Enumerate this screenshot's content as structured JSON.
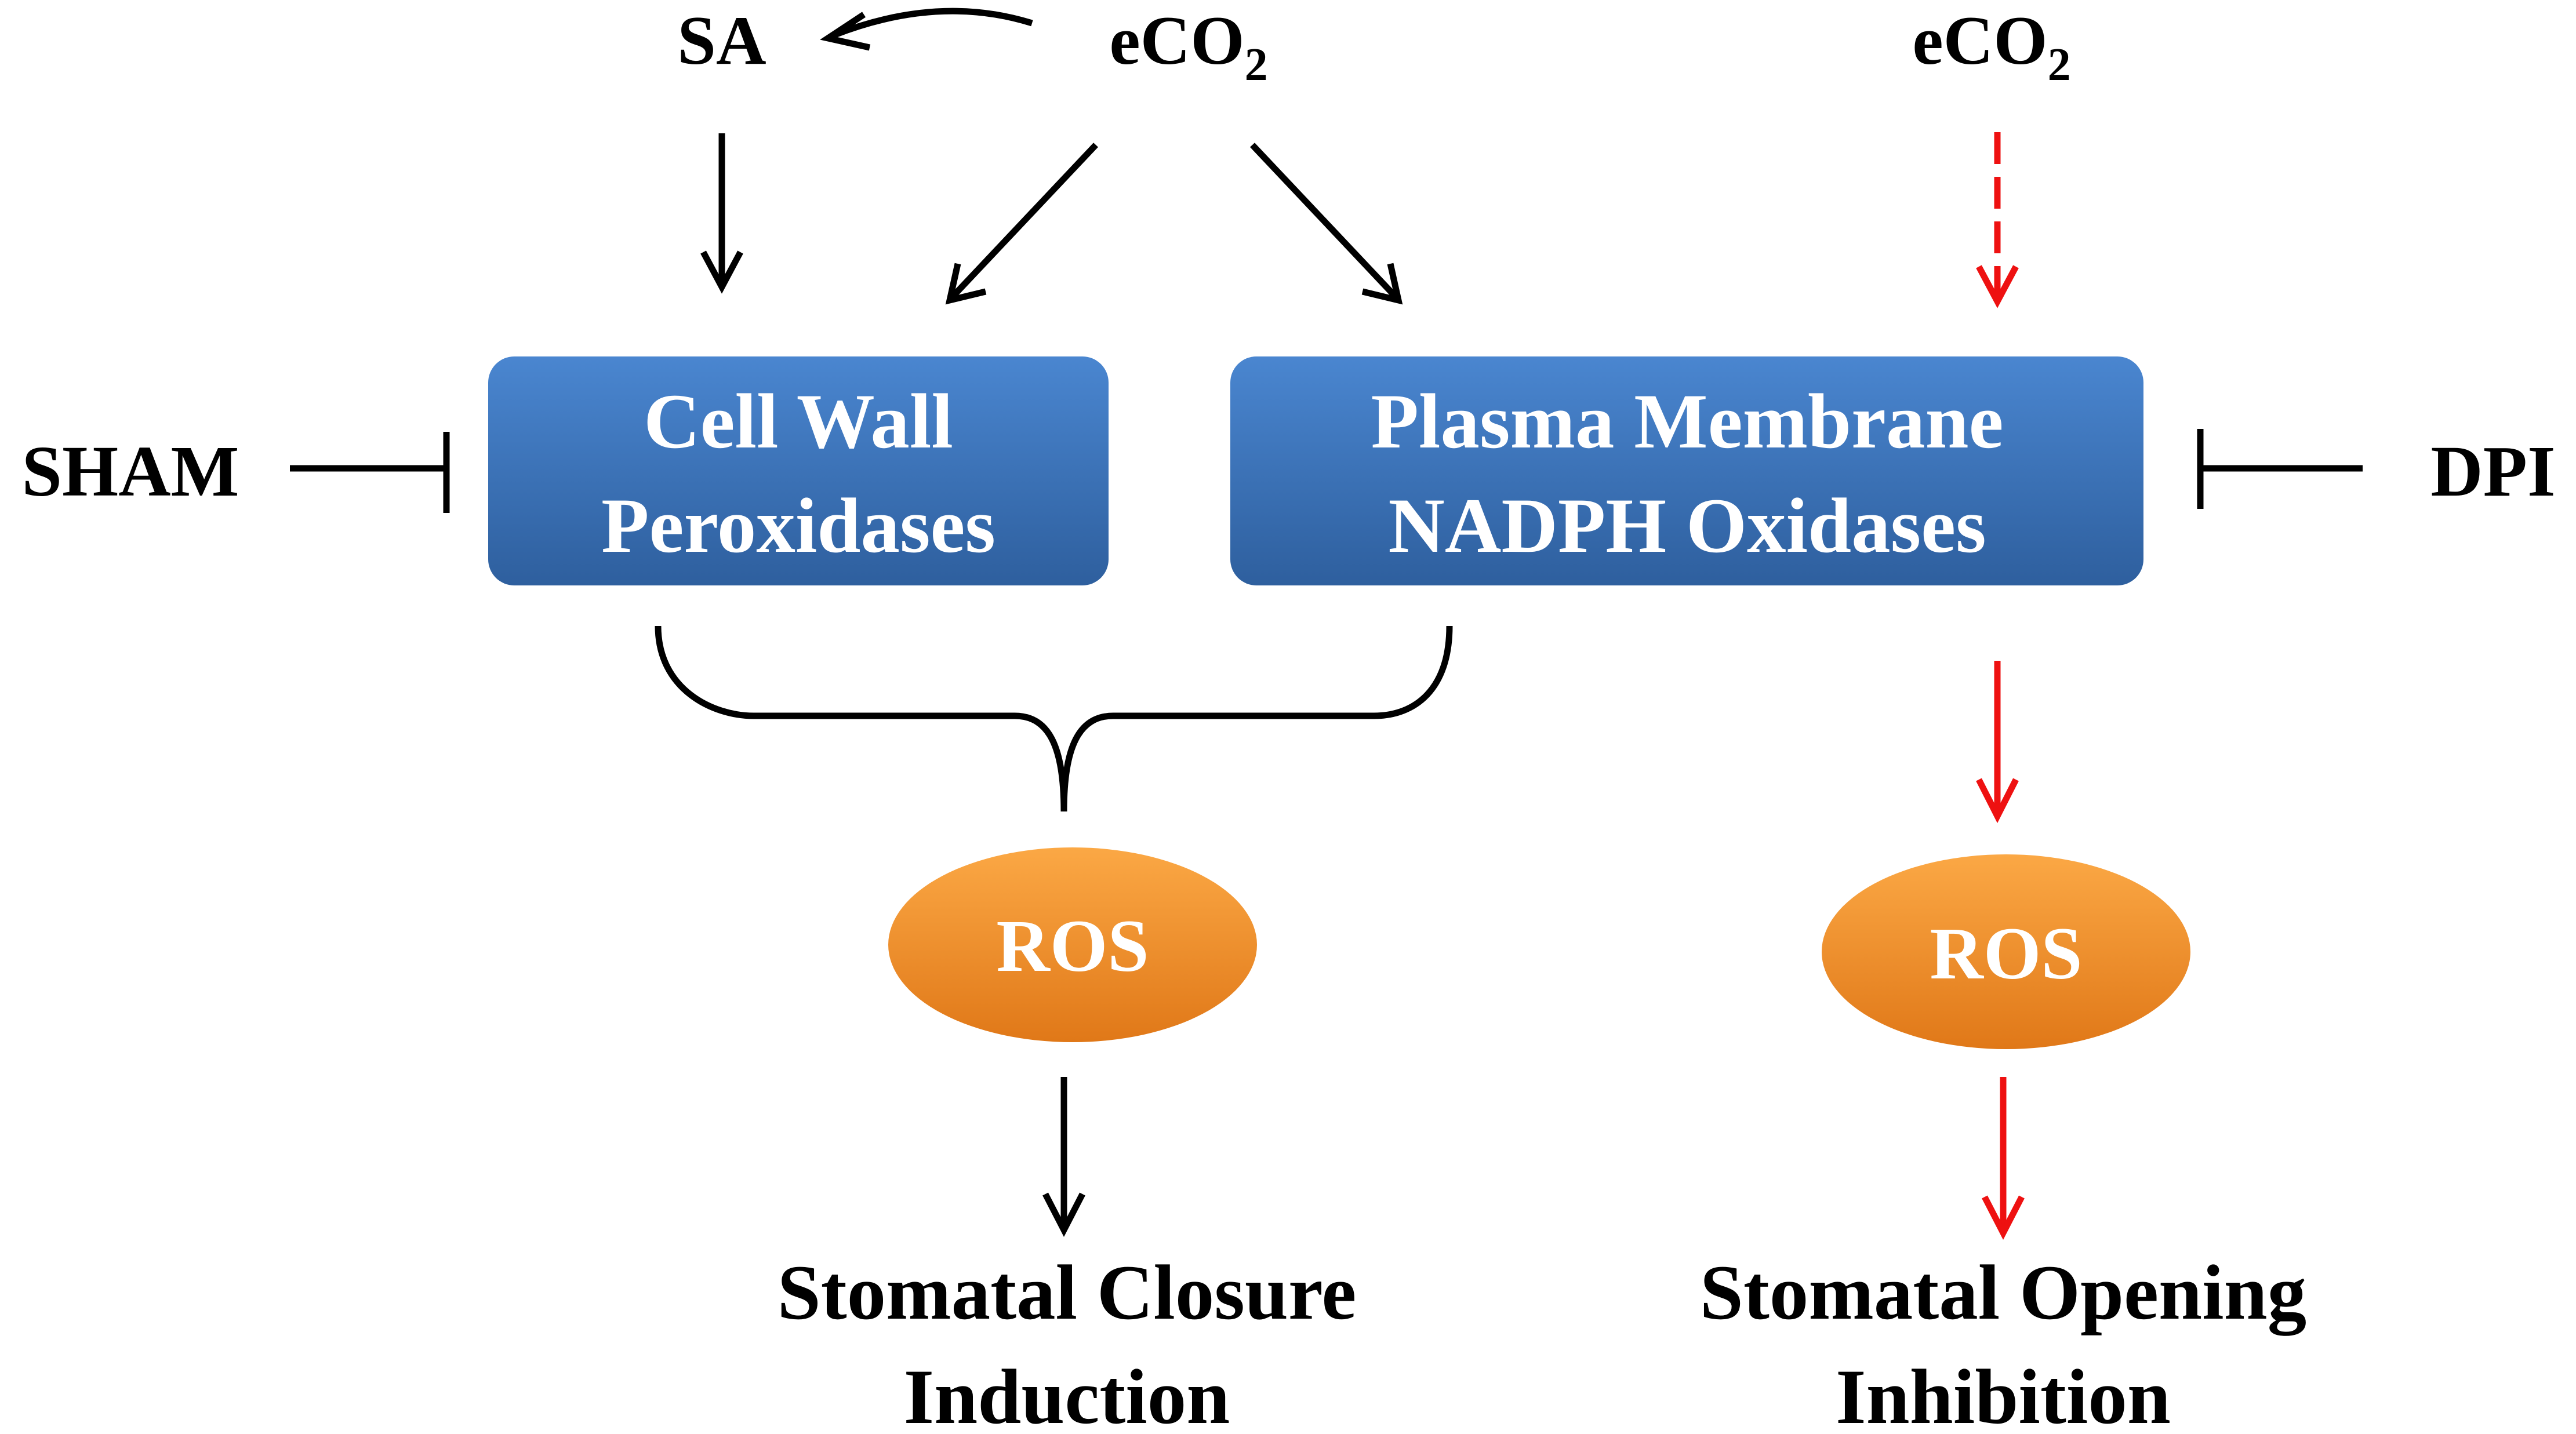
{
  "labels": {
    "sa": "SA",
    "eco2_left_base": "eCO",
    "eco2_left_sub": "2",
    "eco2_right_base": "eCO",
    "eco2_right_sub": "2",
    "sham": "SHAM",
    "dpi": "DPI"
  },
  "boxes": {
    "cell_wall_line1": "Cell Wall",
    "cell_wall_line2": "Peroxidases",
    "plasma_line1": "Plasma Membrane",
    "plasma_line2": "NADPH Oxidases"
  },
  "ros": {
    "left": "ROS",
    "right": "ROS"
  },
  "outcomes": {
    "closure_line1": "Stomatal Closure",
    "closure_line2": "Induction",
    "opening_line1": "Stomatal Opening",
    "opening_line2": "Inhibition"
  },
  "colors": {
    "box_top": "#4a86d0",
    "box_bottom": "#2e5f9e",
    "ros_top": "#f9a13a",
    "ros_bottom": "#e07a18",
    "arrow_black": "#000000",
    "arrow_red": "#ee1111"
  }
}
